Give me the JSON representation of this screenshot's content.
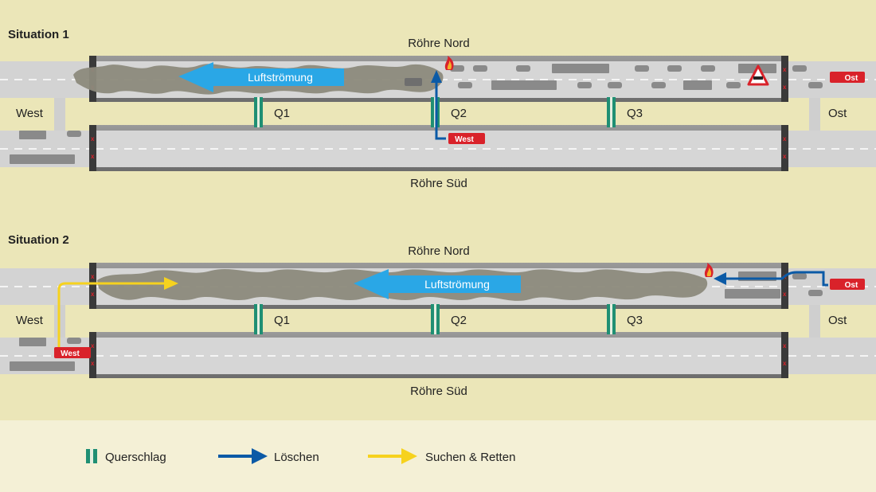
{
  "situations": [
    {
      "title": "Situation 1",
      "north_tube_label": "Röhre Nord",
      "south_tube_label": "Röhre Süd",
      "west_label": "West",
      "east_label": "Ost",
      "airflow_label": "Luftströmung",
      "crossings": [
        "Q1",
        "Q2",
        "Q3"
      ],
      "fire_brigade_tags": [
        "West",
        "Ost"
      ]
    },
    {
      "title": "Situation 2",
      "north_tube_label": "Röhre Nord",
      "south_tube_label": "Röhre Süd",
      "west_label": "West",
      "east_label": "Ost",
      "airflow_label": "Luftströmung",
      "crossings": [
        "Q1",
        "Q2",
        "Q3"
      ],
      "fire_brigade_tags": [
        "West",
        "Ost"
      ]
    }
  ],
  "legend": {
    "cross_passage": "Querschlag",
    "extinguish": "Löschen",
    "search_rescue": "Suchen & Retten"
  },
  "colors": {
    "background": "#ebe6b8",
    "legend_background": "#f4f0d6",
    "road": "#d3d3d3",
    "tunnel_wall": "#7c7c7c",
    "smoke": "#8c8a7c",
    "airflow": "#2aa7e6",
    "extinguish": "#0b5aa6",
    "search_rescue": "#f6d21e",
    "cross_passage": "#1f8f73",
    "fire_brigade": "#d9222a"
  }
}
